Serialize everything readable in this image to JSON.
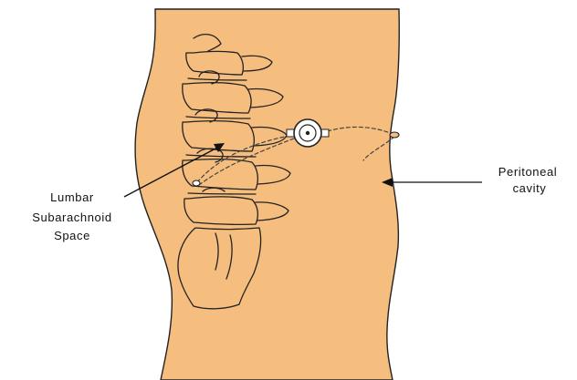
{
  "colors": {
    "body_fill": "#F5BD7E",
    "outline": "#222222",
    "background": "#FFFFFF"
  },
  "labels": {
    "lumbar_line1": "Lumbar",
    "lumbar_line2": "Subarachnoid",
    "lumbar_line3": "Space",
    "peritoneal_line1": "Peritoneal",
    "peritoneal_line2": "cavity"
  },
  "parts": {
    "torso": "torso-silhouette",
    "spine": "lumbar-vertebrae",
    "pelvis": "sacrum-pelvis",
    "valve": "shunt-valve",
    "catheter": "shunt-catheter"
  }
}
